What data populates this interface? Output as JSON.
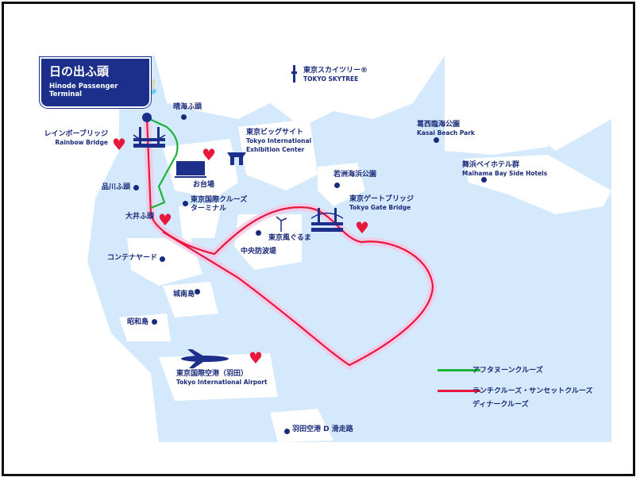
{
  "terminal": {
    "name_ja": "日の出ふ頭",
    "name_en_1": "Hinode Passenger",
    "name_en_2": "Terminal"
  },
  "places": [
    {
      "ja": "晴海ふ頭"
    },
    {
      "ja": "レインボーブリッジ",
      "en": "Rainbow Bridge"
    },
    {
      "ja": "東京ビッグサイト",
      "en1": "Tokyo International",
      "en2": "Exhibition Center"
    },
    {
      "ja": "お台場"
    },
    {
      "ja": "品川ふ頭"
    },
    {
      "ja1": "東京国際クルーズ",
      "ja2": "ターミナル"
    },
    {
      "ja": "大井ふ頭"
    },
    {
      "ja": "コンテナヤード"
    },
    {
      "ja": "城南島"
    },
    {
      "ja": "昭和島"
    },
    {
      "ja": "東京国際空港（羽田）",
      "en": "Tokyo International Airport"
    },
    {
      "ja": "羽田空港 D 滑走路"
    },
    {
      "ja": "中央防波堤"
    },
    {
      "ja": "東京風ぐるま"
    },
    {
      "ja": "若洲海浜公園"
    },
    {
      "ja": "東京ゲートブリッジ",
      "en": "Tokyo Gate Bridge"
    },
    {
      "ja": "葛西臨海公園",
      "en": "Kasai Beach Park"
    },
    {
      "ja": "舞浜ベイホテル群",
      "en": "Maihama Bay Side Hotels"
    },
    {
      "ja": "東京スカイツリー®",
      "en": "TOKYO SKYTREE"
    }
  ],
  "legend": [
    {
      "label": "アフタヌーンクルーズ",
      "color": "#1db33a"
    },
    {
      "label": "ランチクルーズ・サンセットクルーズ",
      "label2": "ディナークルーズ",
      "color": "#e8183c"
    }
  ],
  "colors": {
    "water": "#d4e9fb",
    "land": "#ffffff",
    "navy": "#1c2f8a"
  }
}
